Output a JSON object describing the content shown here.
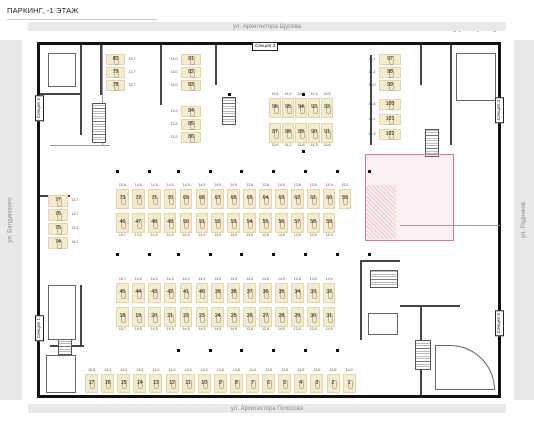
{
  "title": "ПАРКИНГ, -1 ЭТАЖ",
  "legend": {
    "entrance": "Въезд",
    "exit": "Выезд"
  },
  "streets": {
    "top": "ул. Архитектора Щусева",
    "bottom": "ул. Архитектора Голосова",
    "left": "ул. Балдинского",
    "right": "ул. Родников"
  },
  "sections": {
    "s1": "Секция 1",
    "s2": "Секция 2",
    "s3": "Секция 3",
    "s4": "Секция 4",
    "s5": "Секция 5"
  },
  "spots": {
    "topleft": [
      {
        "num": "80",
        "area": "13,7"
      },
      {
        "num": "79",
        "area": "13,7"
      },
      {
        "num": "78",
        "area": "13,7"
      }
    ],
    "topcol": [
      {
        "num": "81",
        "area": "14,0"
      },
      {
        "num": "82",
        "area": "13,0"
      },
      {
        "num": "83",
        "area": "13,0"
      },
      {
        "num": "84",
        "area": "13,3"
      },
      {
        "num": "85",
        "area": "13,3"
      },
      {
        "num": "86",
        "area": "13,3"
      }
    ],
    "block87_top": [
      {
        "num": "96",
        "area": "15,6"
      },
      {
        "num": "95",
        "area": "14,2"
      },
      {
        "num": "94",
        "area": "15,8"
      },
      {
        "num": "93",
        "area": "14,3"
      },
      {
        "num": "92",
        "area": "15,8"
      }
    ],
    "block87_bot": [
      {
        "num": "87",
        "area": "15,9"
      },
      {
        "num": "88",
        "area": "14,2"
      },
      {
        "num": "89",
        "area": "15,8"
      },
      {
        "num": "90",
        "area": "14,3"
      },
      {
        "num": "91",
        "area": "15,8"
      }
    ],
    "rightcol": [
      {
        "num": "97",
        "area": "15,1"
      },
      {
        "num": "98",
        "area": "15,2"
      },
      {
        "num": "99",
        "area": "13,0"
      },
      {
        "num": "100",
        "area": "18,8"
      },
      {
        "num": "101",
        "area": "15,2"
      },
      {
        "num": "102",
        "area": "15,5"
      }
    ],
    "leftcol": [
      {
        "num": "77",
        "area": "13,7"
      },
      {
        "num": "76",
        "area": "13,7"
      },
      {
        "num": "75",
        "area": "13,1"
      },
      {
        "num": "74",
        "area": "15,1"
      }
    ],
    "row_a": [
      {
        "num": "73",
        "area": "15,8"
      },
      {
        "num": "72",
        "area": "14,9"
      },
      {
        "num": "71",
        "area": "14,9"
      },
      {
        "num": "70",
        "area": "14,9"
      },
      {
        "num": "69",
        "area": "14,9"
      },
      {
        "num": "68",
        "area": "14,9"
      },
      {
        "num": "67",
        "area": "14,9"
      },
      {
        "num": "66",
        "area": "14,9"
      },
      {
        "num": "65",
        "area": "13,8"
      },
      {
        "num": "64",
        "area": "13,8"
      },
      {
        "num": "63",
        "area": "14,9"
      },
      {
        "num": "62",
        "area": "13,8"
      },
      {
        "num": "61",
        "area": "13,8"
      },
      {
        "num": "60",
        "area": "14,9"
      },
      {
        "num": "59",
        "area": "15,2"
      }
    ],
    "row_b": [
      {
        "num": "46",
        "area": "15,7"
      },
      {
        "num": "47",
        "area": "14,9"
      },
      {
        "num": "48",
        "area": "14,9"
      },
      {
        "num": "49",
        "area": "14,9"
      },
      {
        "num": "50",
        "area": "14,9"
      },
      {
        "num": "51",
        "area": "14,9"
      },
      {
        "num": "52",
        "area": "14,9"
      },
      {
        "num": "53",
        "area": "14,9"
      },
      {
        "num": "54",
        "area": "13,8"
      },
      {
        "num": "55",
        "area": "13,8"
      },
      {
        "num": "56",
        "area": "14,9"
      },
      {
        "num": "57",
        "area": "13,8"
      },
      {
        "num": "58",
        "area": "13,8"
      },
      {
        "num": "59",
        "area": "14,9"
      }
    ],
    "row_c": [
      {
        "num": "45",
        "area": "15,7"
      },
      {
        "num": "44",
        "area": "14,9"
      },
      {
        "num": "43",
        "area": "14,9"
      },
      {
        "num": "42",
        "area": "14,9"
      },
      {
        "num": "41",
        "area": "14,9"
      },
      {
        "num": "40",
        "area": "14,9"
      },
      {
        "num": "39",
        "area": "14,9"
      },
      {
        "num": "38",
        "area": "14,9"
      },
      {
        "num": "37",
        "area": "13,8"
      },
      {
        "num": "36",
        "area": "13,8"
      },
      {
        "num": "35",
        "area": "14,9"
      },
      {
        "num": "34",
        "area": "13,8"
      },
      {
        "num": "33",
        "area": "13,8"
      },
      {
        "num": "32",
        "area": "14,9"
      }
    ],
    "row_d": [
      {
        "num": "18",
        "area": "15,7"
      },
      {
        "num": "19",
        "area": "14,9"
      },
      {
        "num": "20",
        "area": "14,9"
      },
      {
        "num": "21",
        "area": "14,9"
      },
      {
        "num": "22",
        "area": "14,9"
      },
      {
        "num": "23",
        "area": "14,9"
      },
      {
        "num": "24",
        "area": "14,9"
      },
      {
        "num": "25",
        "area": "14,9"
      },
      {
        "num": "26",
        "area": "13,8"
      },
      {
        "num": "27",
        "area": "13,8"
      },
      {
        "num": "28",
        "area": "14,9"
      },
      {
        "num": "29",
        "area": "13,8"
      },
      {
        "num": "30",
        "area": "13,8"
      },
      {
        "num": "31",
        "area": "14,9"
      }
    ],
    "row_e": [
      {
        "num": "17",
        "area": "15,8"
      },
      {
        "num": "16",
        "area": "14,9"
      },
      {
        "num": "15",
        "area": "14,9"
      },
      {
        "num": "14",
        "area": "14,9"
      },
      {
        "num": "13",
        "area": "14,9"
      },
      {
        "num": "12",
        "area": "14,9"
      },
      {
        "num": "11",
        "area": "14,9"
      },
      {
        "num": "10",
        "area": "14,9"
      },
      {
        "num": "9",
        "area": "13,8"
      },
      {
        "num": "8",
        "area": "13,8"
      },
      {
        "num": "7",
        "area": "14,9"
      },
      {
        "num": "6",
        "area": "13,8"
      },
      {
        "num": "5",
        "area": "13,8"
      },
      {
        "num": "4",
        "area": "14,9"
      },
      {
        "num": "3",
        "area": "13,8"
      },
      {
        "num": "2",
        "area": "13,8"
      },
      {
        "num": "1",
        "area": "14,9"
      }
    ]
  },
  "colors": {
    "spot_fill": "#f6eccb",
    "reserved_outline": "#d97a8b",
    "street_band": "#e9e9e9"
  }
}
